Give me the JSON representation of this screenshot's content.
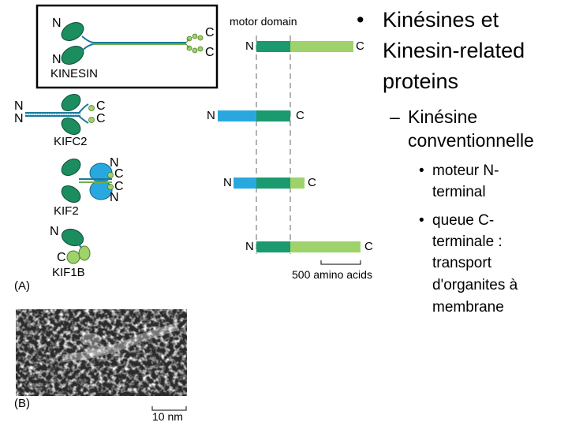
{
  "figure": {
    "motor_domain_label": "motor domain",
    "kinesin_label": "KINESIN",
    "kifc2_label": "KIFC2",
    "kif2_label": "KIF2",
    "kif1b_label": "KIF1B",
    "panel_a": "(A)",
    "panel_b": "(B)",
    "scale_aa": "500 amino acids",
    "scale_nm": "10 nm",
    "n": "N",
    "c": "C"
  },
  "bullets": {
    "level1": "Kinésines et Kinesin-related proteins",
    "level1_lines": [
      "Kinésines et",
      "Kinesin-related",
      "proteins"
    ],
    "level2_lines": [
      "Kinésine",
      "conventionnelle"
    ],
    "level3a_lines": [
      "moteur N-",
      "terminal"
    ],
    "level3b_lines": [
      "queue C-",
      "terminale :",
      "transport",
      "d'organites à",
      "membrane"
    ],
    "marker1": "•",
    "marker2": "–",
    "marker3": "•"
  },
  "colors": {
    "motor_green": "#1a9a6e",
    "tail_lightgreen": "#9fd26a",
    "blue": "#29a8df",
    "dark_green_head": "#1b8d5f"
  }
}
